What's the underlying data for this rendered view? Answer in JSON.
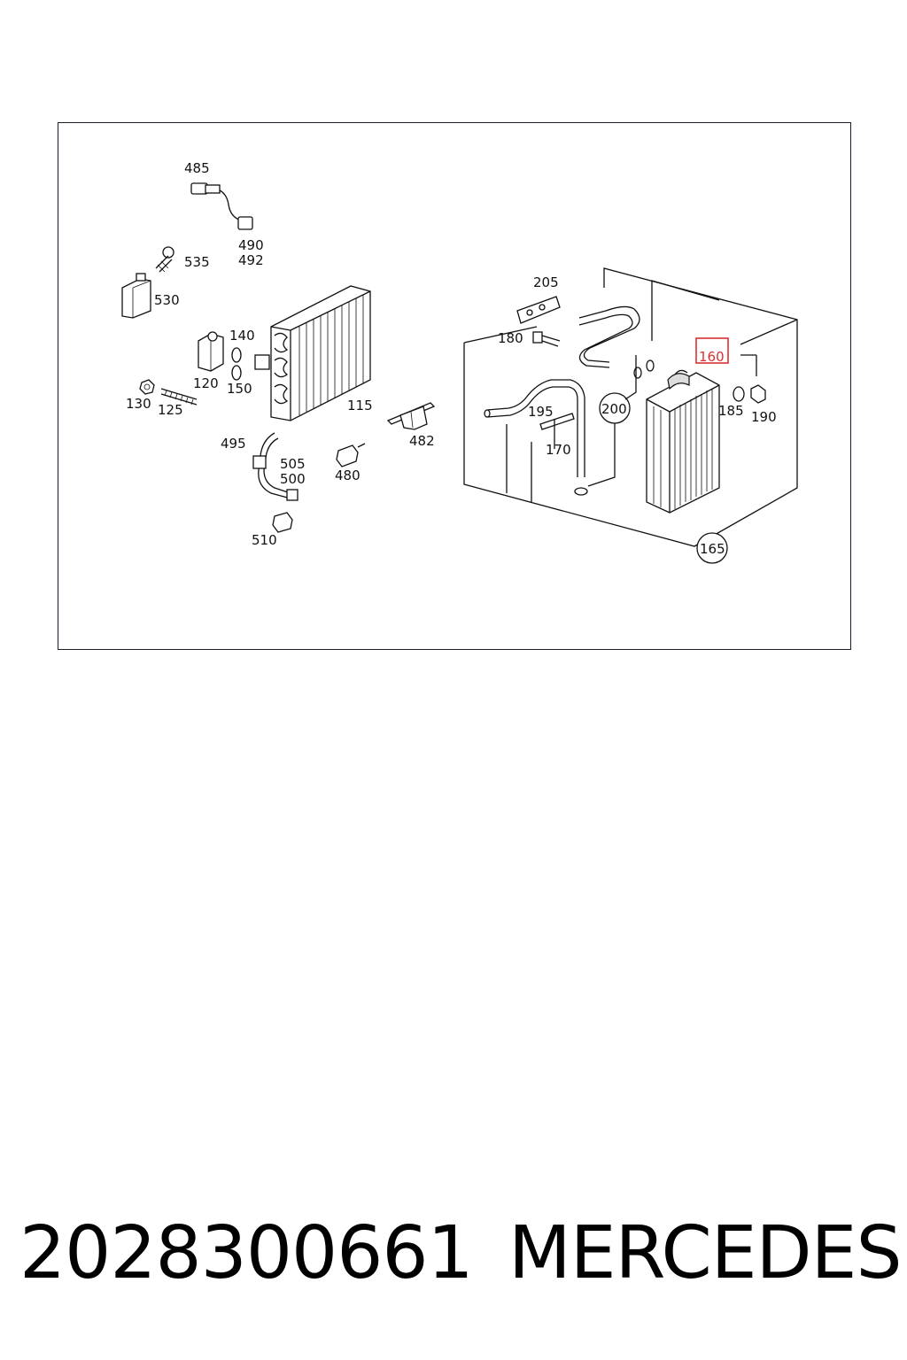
{
  "diagram": {
    "labels": {
      "l485": "485",
      "l490": "490",
      "l492": "492",
      "l535": "535",
      "l530": "530",
      "l140": "140",
      "l120": "120",
      "l150": "150",
      "l130": "130",
      "l125": "125",
      "l115": "115",
      "l495": "495",
      "l505": "505",
      "l500": "500",
      "l510": "510",
      "l480": "480",
      "l482": "482",
      "l205": "205",
      "l180": "180",
      "l195": "195",
      "l170": "170",
      "l200": "200",
      "l160": "160",
      "l185": "185",
      "l190": "190",
      "l165": "165"
    },
    "highlight_color": "#e03030"
  },
  "footer": {
    "part_number": "2028300661",
    "brand": "MERCEDES"
  }
}
